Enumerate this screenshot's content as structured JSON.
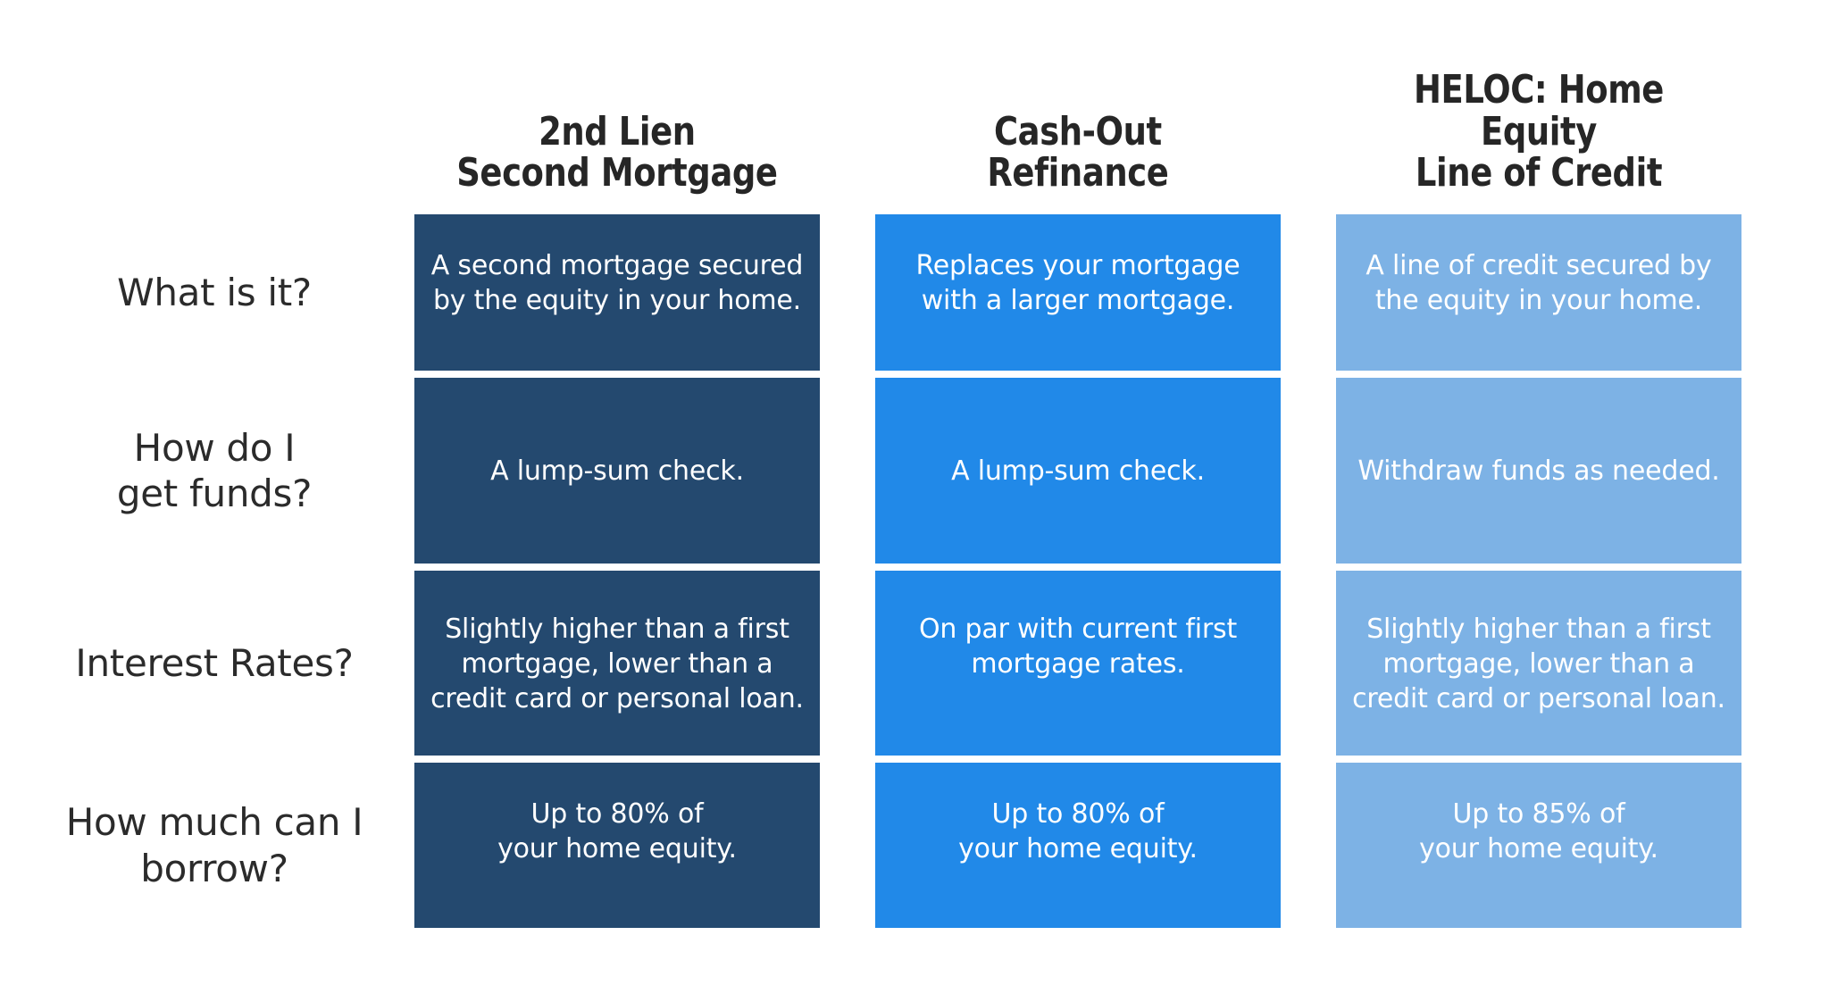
{
  "colors": {
    "background": "#ffffff",
    "header_text": "#262626",
    "row_label_text": "#2b2b2b",
    "cell_text": "#ffffff",
    "column_dark": "#24496f",
    "column_mid": "#2189e8",
    "column_light": "#7db2e5"
  },
  "table": {
    "columns": [
      {
        "header": "2nd Lien\nSecond Mortgage",
        "tone": "dark"
      },
      {
        "header": "Cash-Out\nRefinance",
        "tone": "mid"
      },
      {
        "header": "HELOC: Home Equity\nLine of Credit",
        "tone": "light"
      }
    ],
    "rows": [
      {
        "label": "What is it?",
        "cells": [
          "A second mortgage secured\nby the equity in your home.",
          "Replaces your mortgage\nwith a larger mortgage.",
          "A line of credit secured by\nthe equity in your home."
        ]
      },
      {
        "label": "How do I\nget funds?",
        "cells": [
          "A lump-sum check.",
          "A lump-sum check.",
          "Withdraw funds as needed."
        ]
      },
      {
        "label": "Interest Rates?",
        "cells": [
          "Slightly higher than a first\nmortgage, lower than a\ncredit card or personal loan.",
          "On par with current first\nmortgage rates.",
          "Slightly higher than a first\nmortgage, lower than a\ncredit card or personal loan."
        ]
      },
      {
        "label": "How much can I\nborrow?",
        "cells": [
          "Up to 80% of\nyour home equity.",
          "Up to 80% of\nyour home equity.",
          "Up to 85% of\nyour home equity."
        ]
      }
    ]
  }
}
